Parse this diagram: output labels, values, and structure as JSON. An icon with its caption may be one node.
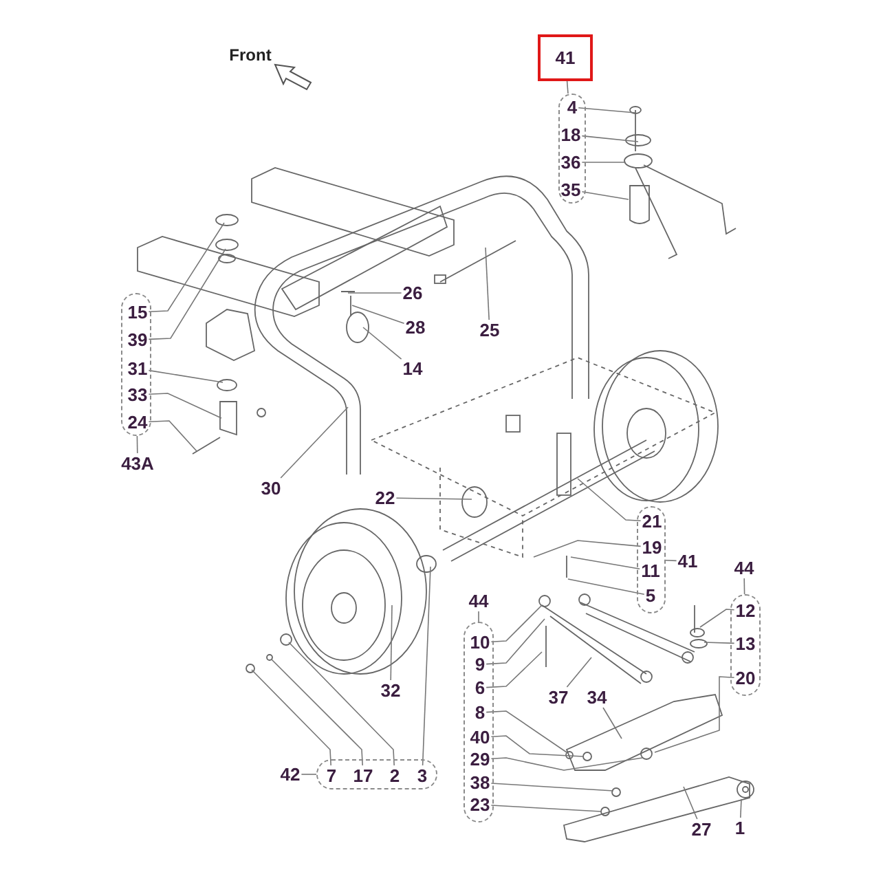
{
  "diagram": {
    "nodes": [
      {
        "text": [
          "41"
        ]
      },
      {
        "text": [],
        "shape": "box"
      },
      {
        "text": [
          "4"
        ],
        "in": 1
      },
      {
        "text": [
          "18"
        ],
        "in": 1
      },
      {
        "text": [
          "36"
        ],
        "in": 1
      },
      {
        "text": [
          "35"
        ],
        "in": 1
      },
      {
        "text": [],
        "shape": "box"
      },
      {
        "text": [
          "15"
        ],
        "in": 6
      },
      {
        "text": [
          "39"
        ],
        "in": 6
      },
      {
        "text": [
          "31"
        ],
        "in": 6
      },
      {
        "text": [
          "33"
        ],
        "in": 6
      },
      {
        "text": [
          "24"
        ],
        "in": 6
      },
      {
        "text": [
          "43A"
        ]
      },
      {
        "text": [
          "26"
        ]
      },
      {
        "text": [
          "28"
        ]
      },
      {
        "text": [
          "14"
        ]
      },
      {
        "text": [
          "25"
        ]
      },
      {
        "text": [
          "30"
        ]
      },
      {
        "text": [
          "22"
        ]
      },
      {
        "text": [
          "32"
        ]
      },
      {
        "text": [
          "42"
        ]
      },
      {
        "text": [],
        "shape": "box"
      },
      {
        "text": [
          "7"
        ],
        "in": 21
      },
      {
        "text": [
          "17"
        ],
        "in": 21
      },
      {
        "text": [
          "2"
        ],
        "in": 21
      },
      {
        "text": [
          "3"
        ],
        "in": 21
      },
      {
        "text": [],
        "shape": "box"
      },
      {
        "text": [
          "21"
        ],
        "in": 26
      },
      {
        "text": [
          "19"
        ],
        "in": 26
      },
      {
        "text": [
          "11"
        ],
        "in": 26
      },
      {
        "text": [
          "5"
        ],
        "in": 26
      },
      {
        "text": [
          "41"
        ]
      },
      {
        "text": [
          "44"
        ]
      },
      {
        "text": [],
        "shape": "box"
      },
      {
        "text": [
          "10"
        ],
        "in": 33
      },
      {
        "text": [
          "9"
        ],
        "in": 33
      },
      {
        "text": [
          "6"
        ],
        "in": 33
      },
      {
        "text": [
          "8"
        ],
        "in": 33
      },
      {
        "text": [
          "40"
        ],
        "in": 33
      },
      {
        "text": [
          "29"
        ],
        "in": 33
      },
      {
        "text": [
          "38"
        ],
        "in": 33
      },
      {
        "text": [
          "23"
        ],
        "in": 33
      },
      {
        "text": [
          "44"
        ]
      },
      {
        "text": [],
        "shape": "box"
      },
      {
        "text": [
          "12"
        ],
        "in": 43
      },
      {
        "text": [
          "13"
        ],
        "in": 43
      },
      {
        "text": [
          "20"
        ],
        "in": 43
      },
      {
        "text": [
          "37"
        ]
      },
      {
        "text": [
          "34"
        ]
      },
      {
        "text": [
          "27"
        ]
      },
      {
        "text": [
          "1"
        ]
      }
    ],
    "edges": [
      {
        "from": 0,
        "to": 1,
        "arrow": "none"
      },
      {
        "from": 2,
        "to": null,
        "arrow": "none"
      },
      {
        "from": 3,
        "to": null,
        "arrow": "none"
      },
      {
        "from": 4,
        "to": null,
        "arrow": "none"
      },
      {
        "from": 5,
        "to": null,
        "arrow": "none"
      },
      {
        "from": 6,
        "to": 12,
        "arrow": "none"
      },
      {
        "from": 7,
        "to": null,
        "arrow": "none"
      },
      {
        "from": 8,
        "to": null,
        "arrow": "none"
      },
      {
        "from": 9,
        "to": null,
        "arrow": "none"
      },
      {
        "from": 10,
        "to": null,
        "arrow": "none"
      },
      {
        "from": 11,
        "to": null,
        "arrow": "none"
      },
      {
        "from": 13,
        "to": null,
        "arrow": "none"
      },
      {
        "from": 14,
        "to": null,
        "arrow": "none"
      },
      {
        "from": 15,
        "to": null,
        "arrow": "none"
      },
      {
        "from": 16,
        "to": null,
        "arrow": "none"
      },
      {
        "from": 17,
        "to": null,
        "arrow": "none"
      },
      {
        "from": 18,
        "to": null,
        "arrow": "none"
      },
      {
        "from": 19,
        "to": null,
        "arrow": "none"
      },
      {
        "from": 20,
        "to": 21,
        "arrow": "none"
      },
      {
        "from": 22,
        "to": null,
        "arrow": "none"
      },
      {
        "from": 23,
        "to": null,
        "arrow": "none"
      },
      {
        "from": 24,
        "to": null,
        "arrow": "none"
      },
      {
        "from": 25,
        "to": null,
        "arrow": "none"
      },
      {
        "from": 26,
        "to": 31,
        "arrow": "none"
      },
      {
        "from": 27,
        "to": null,
        "arrow": "none"
      },
      {
        "from": 28,
        "to": null,
        "arrow": "none"
      },
      {
        "from": 29,
        "to": null,
        "arrow": "none"
      },
      {
        "from": 30,
        "to": null,
        "arrow": "none"
      },
      {
        "from": 32,
        "to": 33,
        "arrow": "none"
      },
      {
        "from": 34,
        "to": null,
        "arrow": "none"
      },
      {
        "from": 35,
        "to": null,
        "arrow": "none"
      },
      {
        "from": 36,
        "to": null,
        "arrow": "none"
      },
      {
        "from": 37,
        "to": null,
        "arrow": "none"
      },
      {
        "from": 38,
        "to": null,
        "arrow": "none"
      },
      {
        "from": 39,
        "to": null,
        "arrow": "none"
      },
      {
        "from": 40,
        "to": null,
        "arrow": "none"
      },
      {
        "from": 41,
        "to": null,
        "arrow": "none"
      },
      {
        "from": 42,
        "to": 43,
        "arrow": "none"
      },
      {
        "from": 44,
        "to": null,
        "arrow": "none"
      },
      {
        "from": 45,
        "to": null,
        "arrow": "none"
      },
      {
        "from": 46,
        "to": null,
        "arrow": "none"
      },
      {
        "from": 47,
        "to": null,
        "arrow": "none"
      },
      {
        "from": 48,
        "to": null,
        "arrow": "none"
      },
      {
        "from": 49,
        "to": null,
        "arrow": "none"
      },
      {
        "from": 50,
        "to": null,
        "arrow": "none"
      }
    ],
    "labels": [
      "Front"
    ]
  }
}
